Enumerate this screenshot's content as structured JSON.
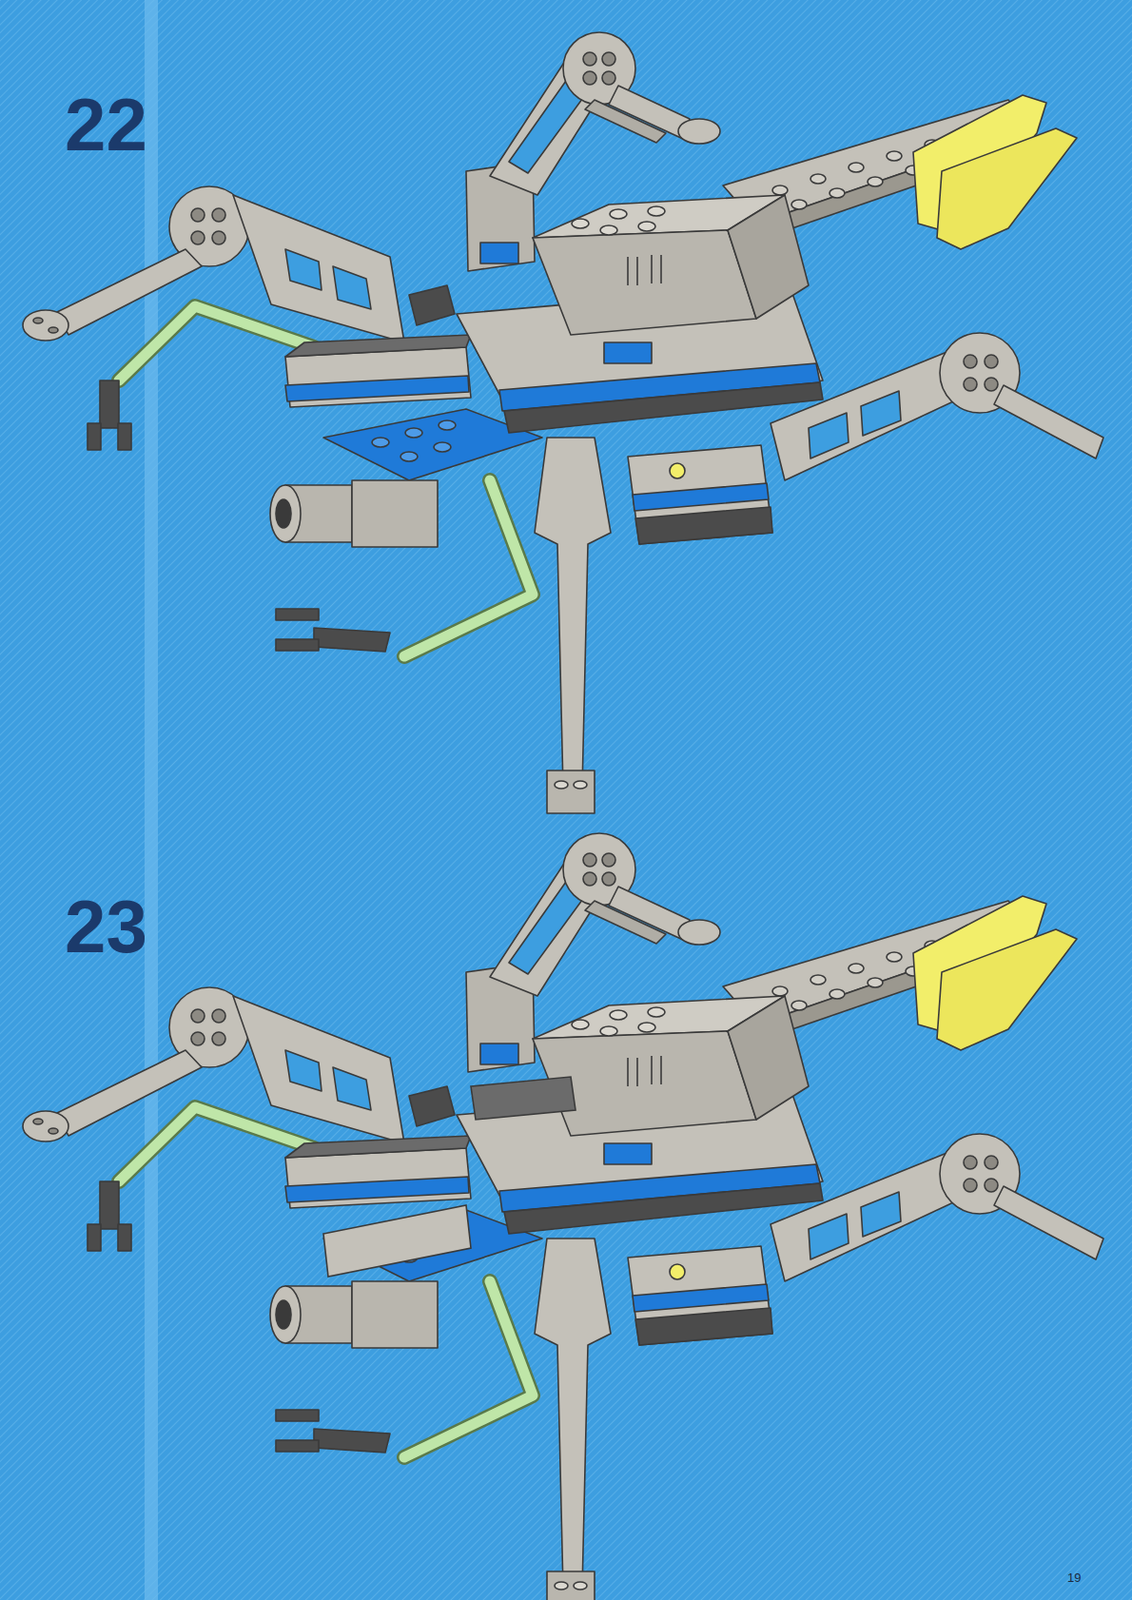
{
  "diagram": {
    "labels": [
      "22",
      "23",
      "19"
    ]
  }
}
